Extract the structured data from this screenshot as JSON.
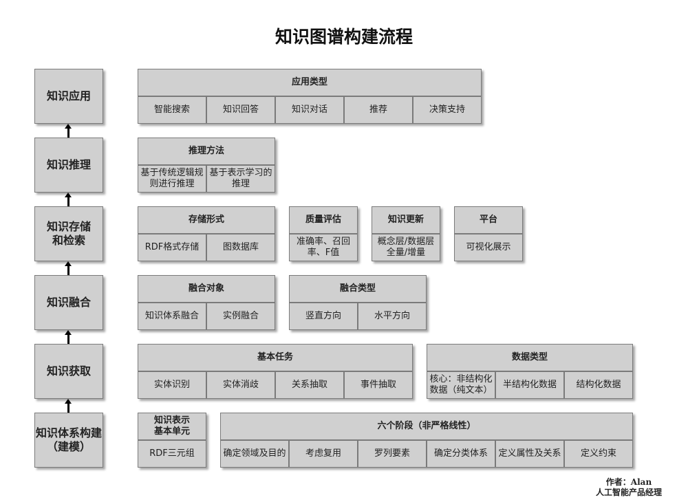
{
  "title": "知识图谱构建流程",
  "stages": [
    "知识应用",
    "知识推理",
    "知识存储\n和检索",
    "知识融合",
    "知识获取",
    "知识体系构建\n（建模）"
  ],
  "groups": [
    {
      "header": "应用类型",
      "items": [
        "智能搜索",
        "知识回答",
        "知识对话",
        "推荐",
        "决策支持"
      ]
    },
    {
      "header": "推理方法",
      "items": [
        "基于传统逻辑规则进行推理",
        "基于表示学习的推理"
      ]
    },
    {
      "header": "存储形式",
      "items": [
        "RDF格式存储",
        "图数据库"
      ]
    },
    {
      "header": "质量评估",
      "items": [
        "准确率、召回率、F值"
      ]
    },
    {
      "header": "知识更新",
      "items": [
        "概念层/数据层全量/增量"
      ]
    },
    {
      "header": "平台",
      "items": [
        "可视化展示"
      ]
    },
    {
      "header": "融合对象",
      "items": [
        "知识体系融合",
        "实例融合"
      ]
    },
    {
      "header": "融合类型",
      "items": [
        "竖直方向",
        "水平方向"
      ]
    },
    {
      "header": "基本任务",
      "items": [
        "实体识别",
        "实体消歧",
        "关系抽取",
        "事件抽取"
      ]
    },
    {
      "header": "数据类型",
      "items": [
        "核心：非结构化数据（纯文本）",
        "半结构化数据",
        "结构化数据"
      ]
    },
    {
      "header": "知识表示\n基本单元",
      "items": [
        "RDF三元组"
      ]
    },
    {
      "header": "六个阶段（非严格线性）",
      "items": [
        "确定领域及目的",
        "考虑复用",
        "罗列要素",
        "确定分类体系",
        "定义属性及关系",
        "定义约束"
      ]
    }
  ],
  "author": {
    "line1": "作者：Alan",
    "line2": "人工智能产品经理"
  }
}
